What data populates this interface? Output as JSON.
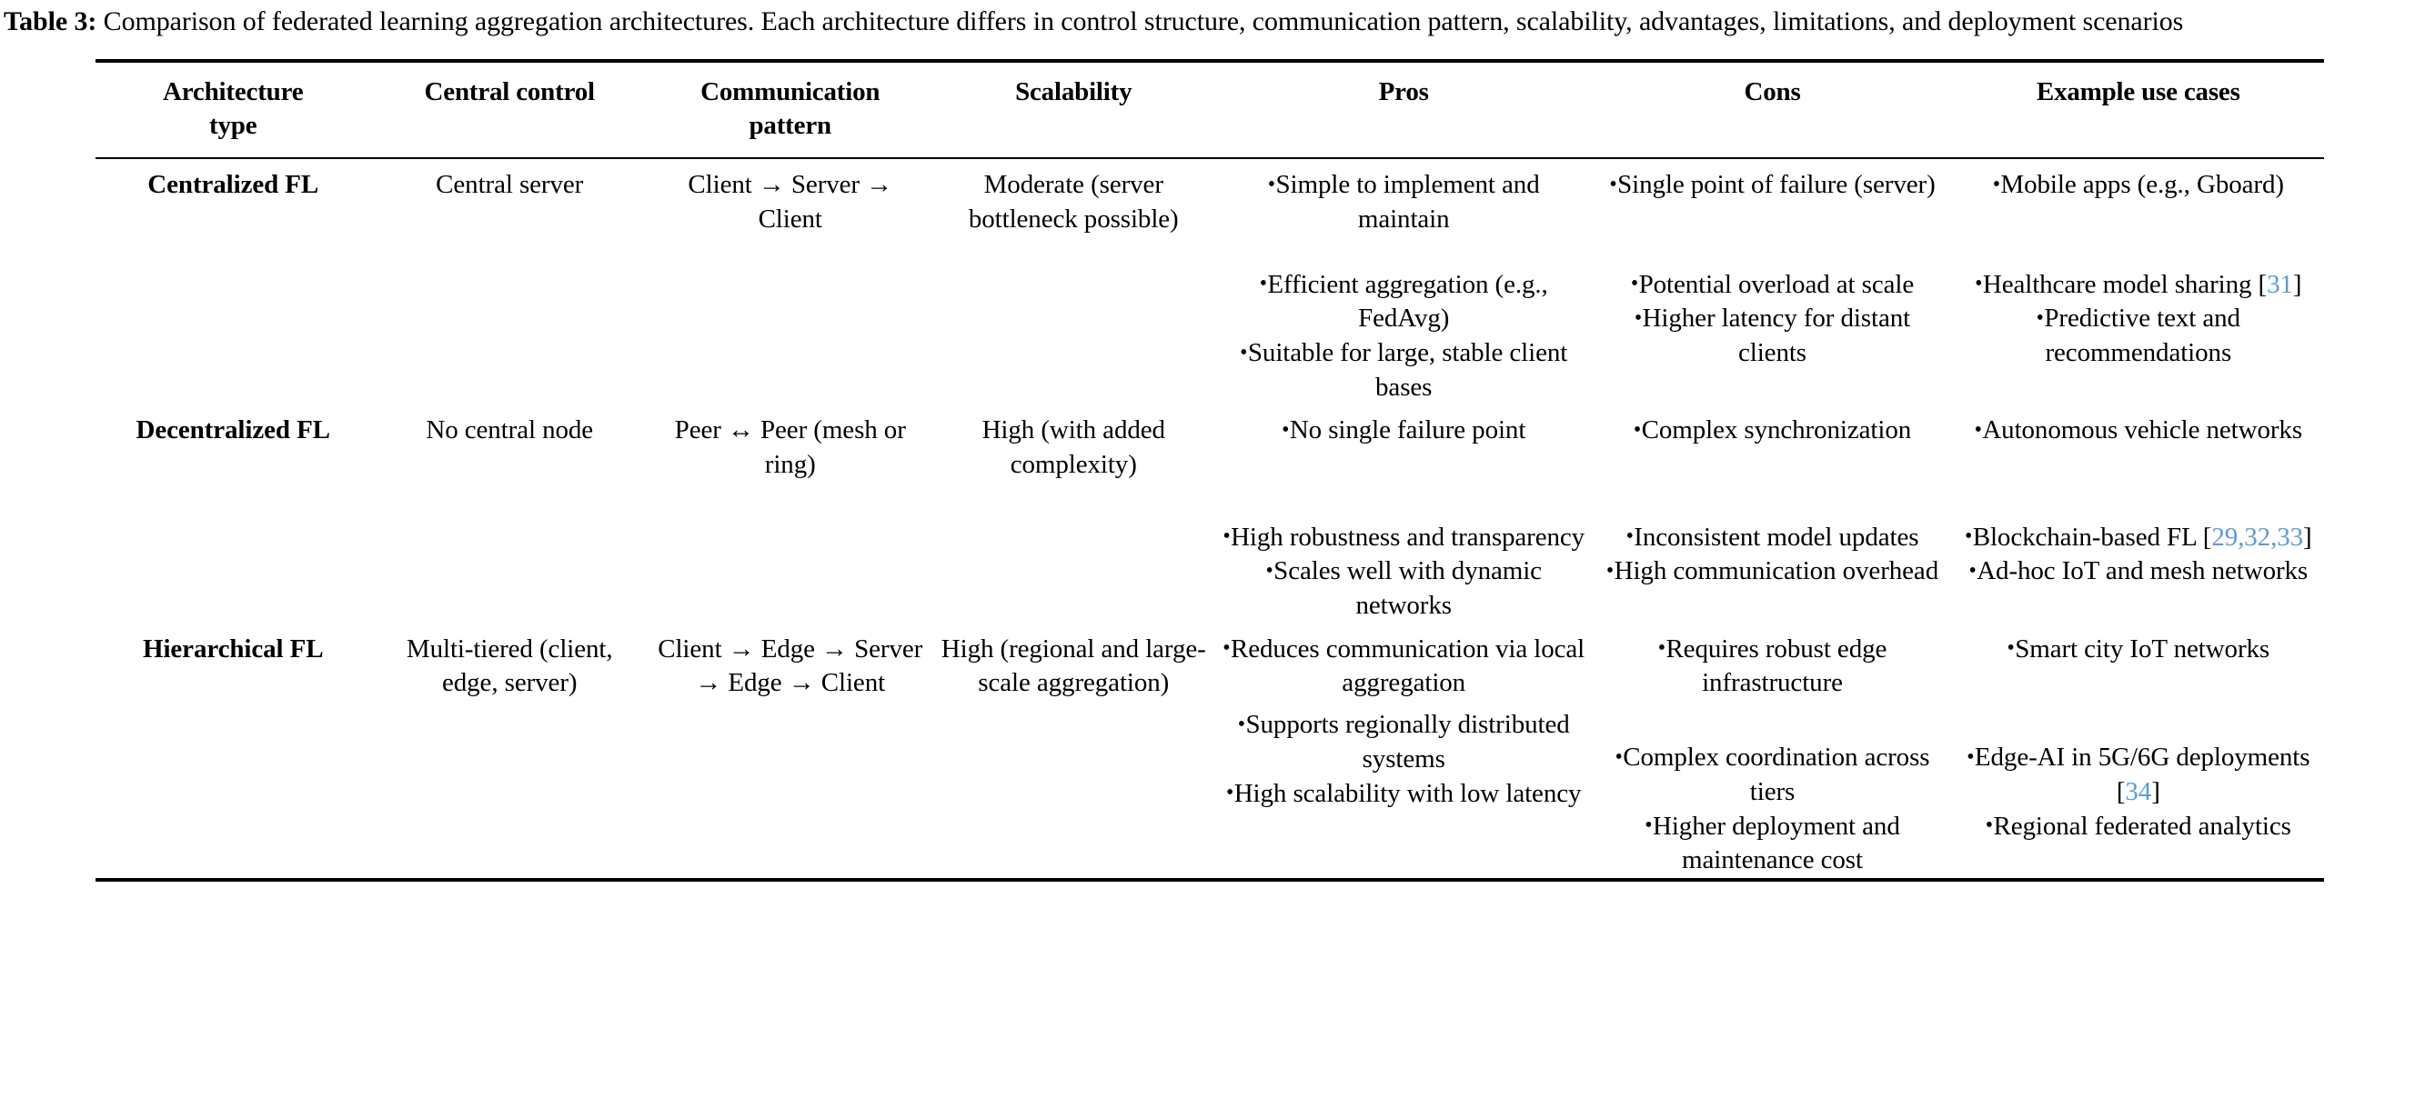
{
  "caption": {
    "label": "Table 3:",
    "text": " Comparison of federated learning aggregation architectures. Each architecture differs in control structure, communication pattern, scalability, advantages, limitations, and deployment scenarios"
  },
  "table": {
    "headers": [
      "Architecture type",
      "Central control",
      "Communication pattern",
      "Scalability",
      "Pros",
      "Cons",
      "Example use cases"
    ],
    "header_lines": [
      [
        "Architecture",
        "type"
      ],
      [
        "Central control"
      ],
      [
        "Communication",
        "pattern"
      ],
      [
        "Scalability"
      ],
      [
        "Pros"
      ],
      [
        "Cons"
      ],
      [
        "Example use cases"
      ]
    ],
    "rows": [
      {
        "architecture": "Centralized FL",
        "central_control": "Central server",
        "communication_pattern": "Client → Server → Client",
        "scalability": "Moderate (server bottleneck possible)",
        "pros": [
          "Simple to implement and maintain",
          "Efficient aggregation (e.g., FedAvg)",
          "Suitable for large, stable client bases"
        ],
        "cons": [
          "Single point of failure (server)",
          "Potential overload at scale",
          "Higher latency for distant clients"
        ],
        "examples": [
          {
            "text": "Mobile apps (e.g., Gboard)",
            "citation": ""
          },
          {
            "text": "Healthcare model sharing",
            "citation": "31"
          },
          {
            "text": "Predictive text and recommendations",
            "citation": ""
          }
        ]
      },
      {
        "architecture": "Decentralized FL",
        "central_control": "No central node",
        "communication_pattern": "Peer ↔ Peer (mesh or ring)",
        "scalability": "High (with added complexity)",
        "pros": [
          "No single failure point",
          "High robustness and transparency",
          "Scales well with dynamic networks"
        ],
        "cons": [
          "Complex synchronization",
          "Inconsistent model updates",
          "High communication overhead"
        ],
        "examples": [
          {
            "text": "Autonomous vehicle networks",
            "citation": ""
          },
          {
            "text": "Blockchain-based FL",
            "citation": "29,32,33"
          },
          {
            "text": "Ad-hoc IoT and mesh networks",
            "citation": ""
          }
        ]
      },
      {
        "architecture": "Hierarchical FL",
        "central_control": "Multi-tiered (client, edge, server)",
        "communication_pattern": "Client → Edge → Server → Edge → Client",
        "scalability": "High (regional and large-scale aggregation)",
        "pros": [
          "Reduces communication via local aggregation",
          "Supports regionally distributed systems",
          "High scalability with low latency"
        ],
        "cons": [
          "Requires robust edge infrastructure",
          "Complex coordination across tiers",
          "Higher deployment and maintenance cost"
        ],
        "examples": [
          {
            "text": "Smart city IoT networks",
            "citation": ""
          },
          {
            "text": "Edge-AI in 5G/6G deployments",
            "citation": "34"
          },
          {
            "text": "Regional federated analytics",
            "citation": ""
          }
        ]
      }
    ],
    "bullet_glyph": "•",
    "citation_color": "#5b9bd5"
  }
}
